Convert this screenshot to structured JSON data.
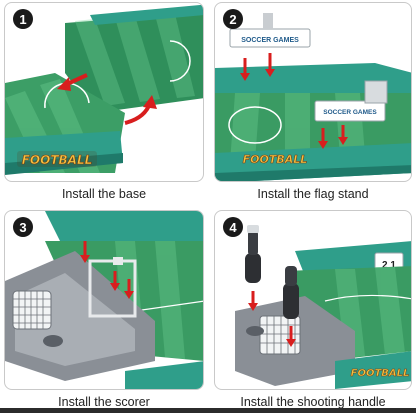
{
  "steps": [
    {
      "number": "1",
      "caption": "Install the base"
    },
    {
      "number": "2",
      "caption": "Install the flag stand"
    },
    {
      "number": "3",
      "caption": "Install the scorer"
    },
    {
      "number": "4",
      "caption": "Install the shooting handle"
    }
  ],
  "base_brand": "FOOTBALL",
  "flag_label": "SOCCER GAMES",
  "scorer_digits": "2 1",
  "colors": {
    "field_dark": "#2f8f5b",
    "field_light": "#45a86f",
    "wall_teal": "#2f9e8a",
    "wall_teal_dark": "#1f7a6a",
    "arrow_red": "#d81e1e",
    "gray": "#8a8f96"
  }
}
